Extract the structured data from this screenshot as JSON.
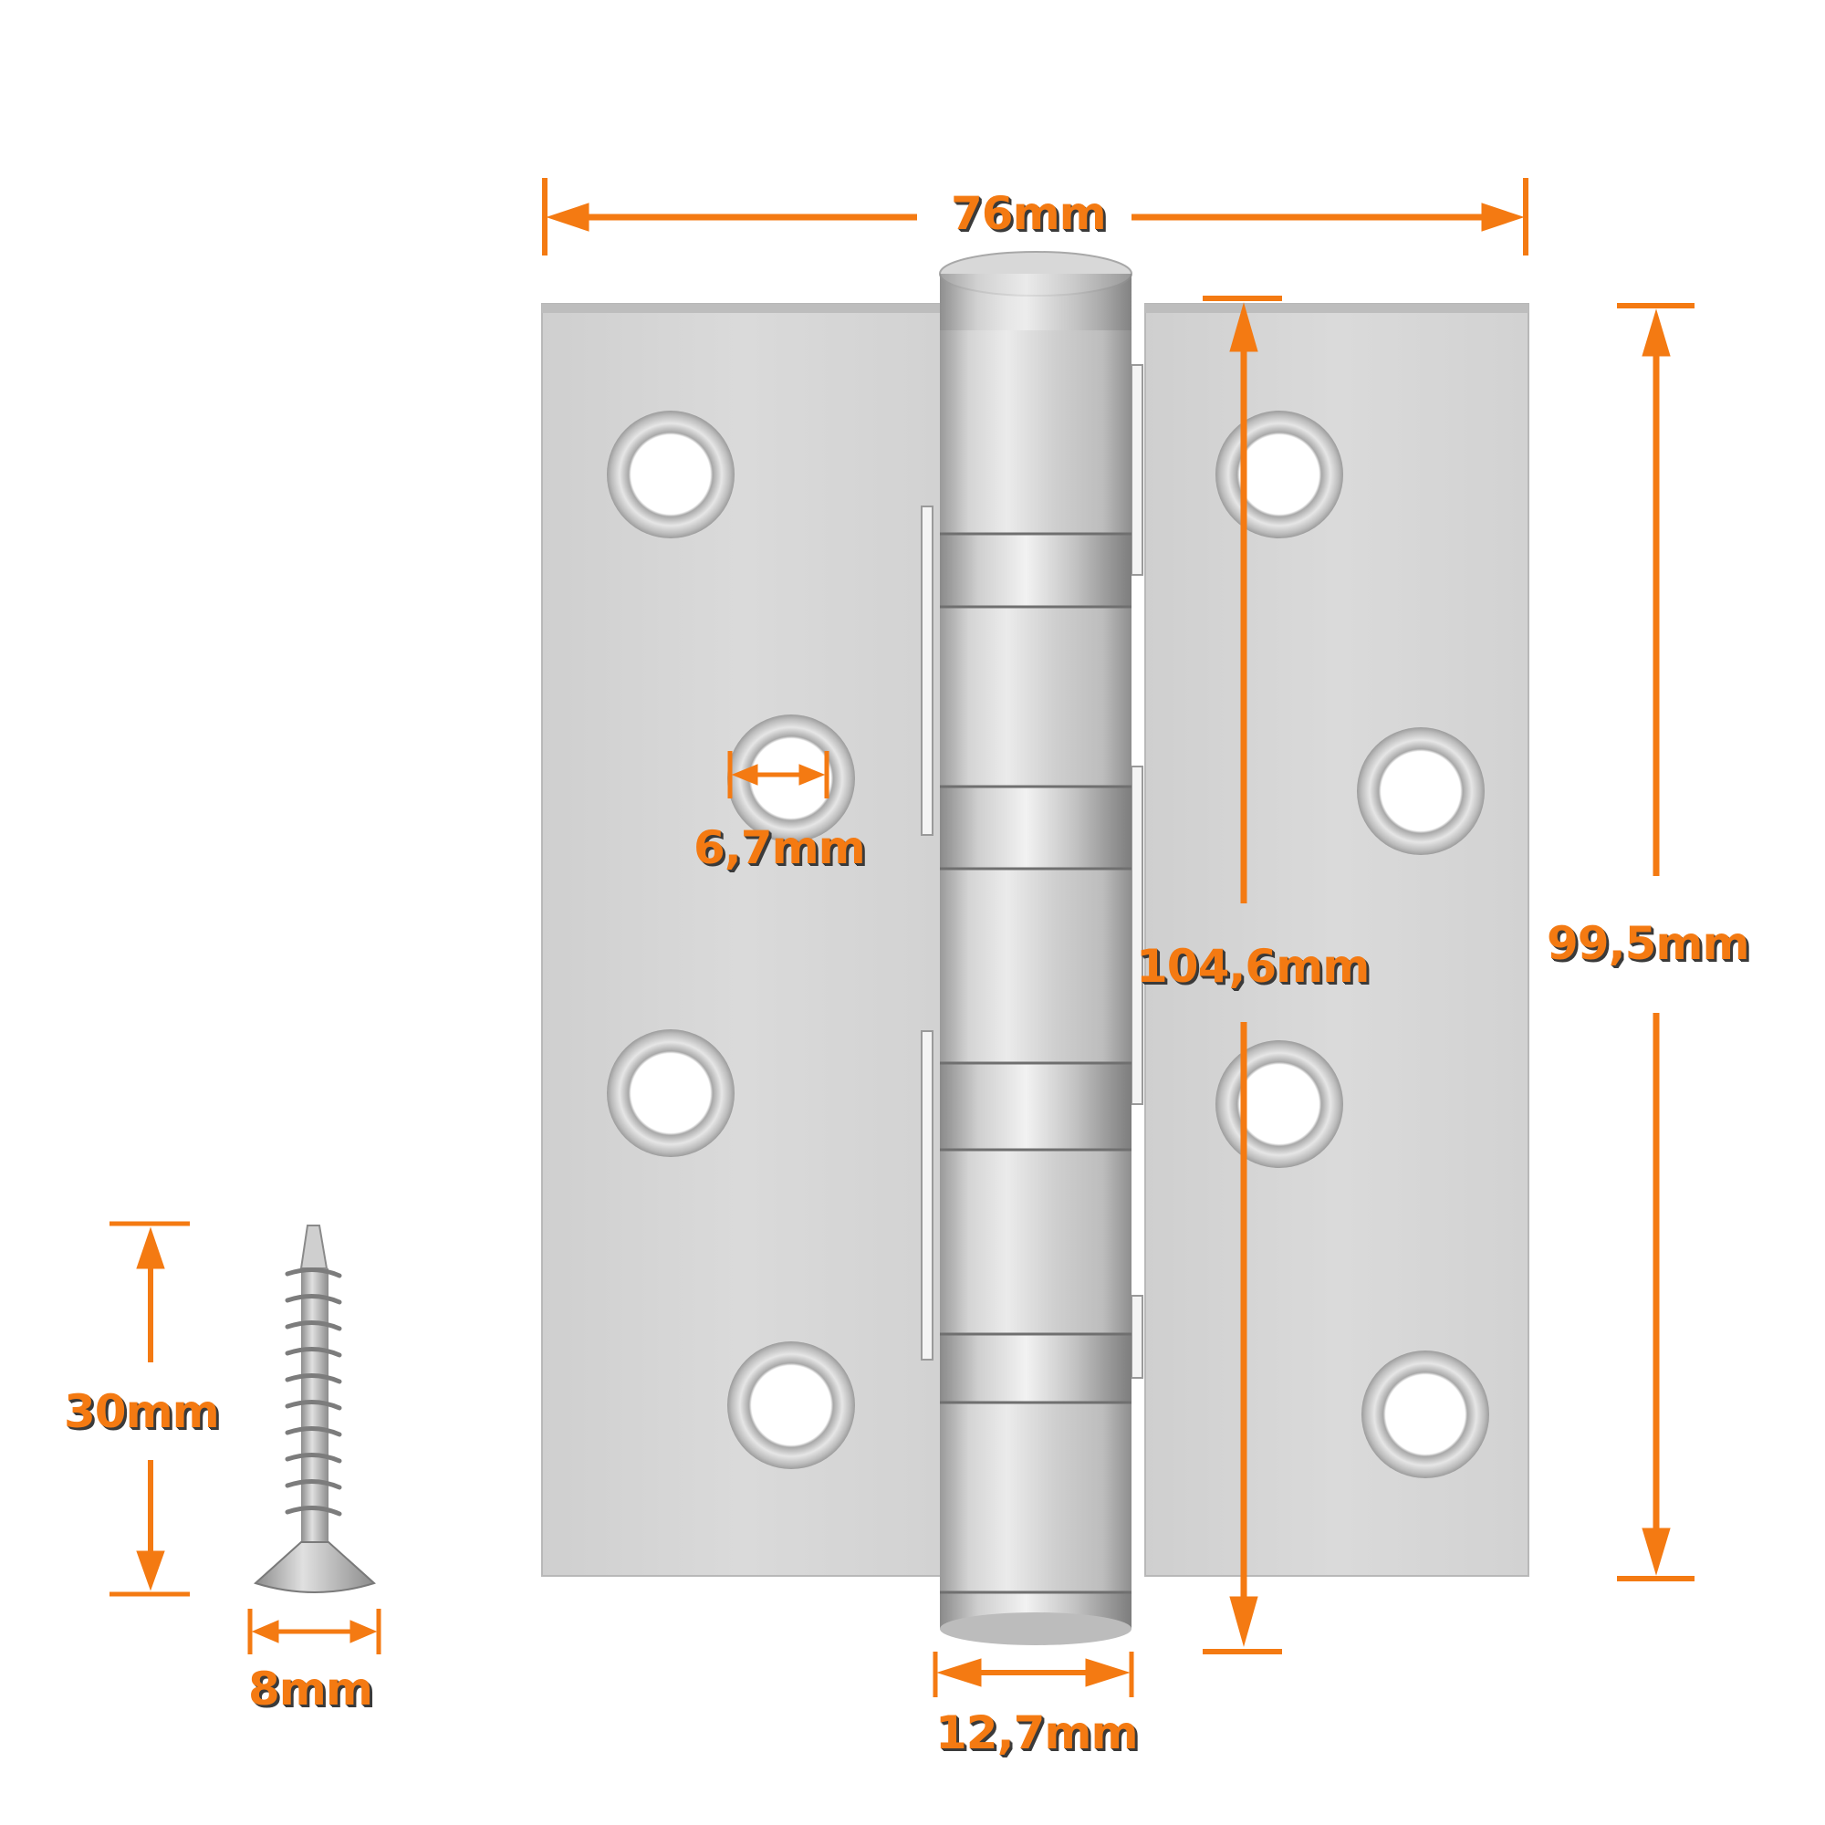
{
  "diagram": {
    "subject": "Stainless steel ball-bearing door hinge with countersunk screw",
    "accent_color": "#f47a12",
    "shadow_color": "#3a3a3a",
    "metal_color": "#d6d6d6",
    "dimensions": {
      "width": {
        "label": "76mm"
      },
      "hole_diameter": {
        "label": "6,7mm"
      },
      "knuckle_length": {
        "label": "104,6mm"
      },
      "leaf_height": {
        "label": "99,5mm"
      },
      "knuckle_diameter": {
        "label": "12,7mm"
      },
      "screw_length": {
        "label": "30mm"
      },
      "screw_head_diameter": {
        "label": "8mm"
      }
    },
    "hinge": {
      "holes_per_leaf": 4,
      "knuckle_segments": 5,
      "bearing_rings": 3
    }
  }
}
